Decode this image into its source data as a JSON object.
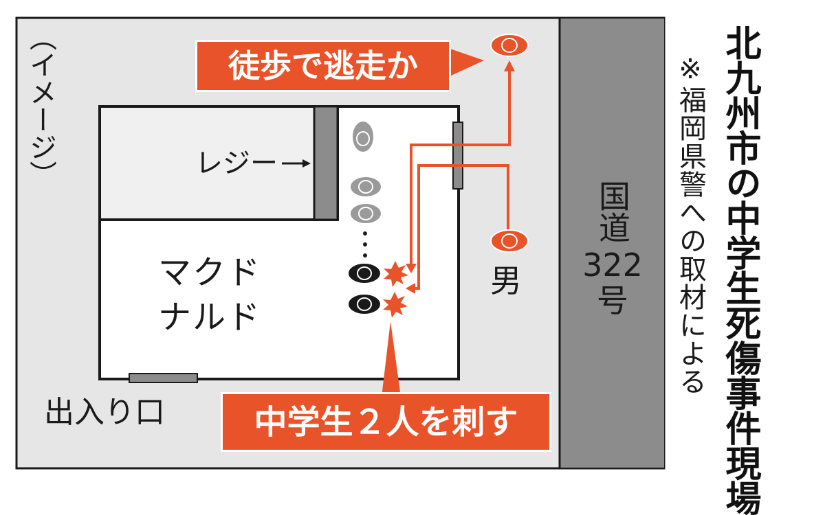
{
  "title": "北九州市の中学生死傷事件現場",
  "source_note": "※福岡県警への取材による",
  "image_note": "（イメージ）",
  "road_label": "国道322号",
  "road_label_top": "国道",
  "road_label_num": "322",
  "road_label_bottom": "号",
  "store_name_line1": "マクド",
  "store_name_line2": "ナルド",
  "register_label": "レジー",
  "entrance_label": "出入り口",
  "suspect_label": "男",
  "callout_escape": "徒歩で逃走か",
  "callout_stab": "中学生２人を刺す",
  "colors": {
    "accent": "#e9532a",
    "ground": "#e6e6e6",
    "road": "#8c8c8c",
    "store": "#ffffff",
    "register": "#f0f0f0",
    "victim": "#1a1a1a",
    "queue": "#9a9a9a"
  }
}
